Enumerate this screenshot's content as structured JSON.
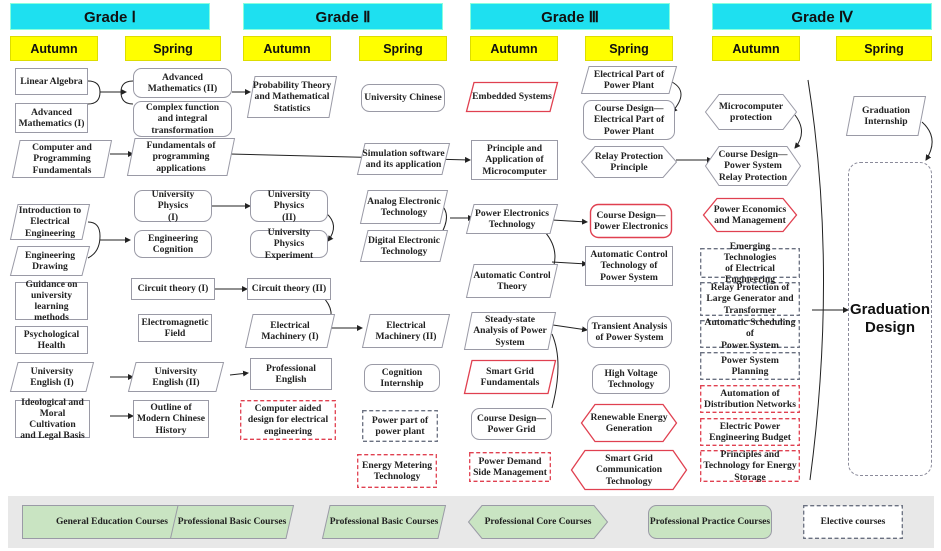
{
  "grades": [
    "Grade Ⅰ",
    "Grade Ⅱ",
    "Grade Ⅲ",
    "Grade Ⅳ"
  ],
  "semesters": {
    "autumn": "Autumn",
    "spring": "Spring"
  },
  "courses": {
    "linear_algebra": "Linear Algebra",
    "adv_math_1": "Advanced\nMathematics  (I)",
    "computer_programming": "Computer and\nProgramming\nFundamentals",
    "intro_ee": "Introduction to\nElectrical\nEngineering",
    "eng_drawing": "Engineering\nDrawing",
    "guidance": "Guidance on\nuniversity\nlearning methods",
    "psych_health": "Psychological\nHealth",
    "uni_english_1": "University\nEnglish (I)",
    "ideological": "Ideological and\nMoral Cultivation\nand Legal Basis",
    "adv_math_2": "Advanced\nMathematics  (II)",
    "complex_function": "Complex function\nand integral\ntransformation",
    "fund_programming": "Fundamentals of\nprogramming\napplications",
    "uni_physics_1": "University Physics\n(I)",
    "eng_cognition": "Engineering\nCognition",
    "circuit_1": "Circuit theory (I)",
    "electromagnetic": "Electromagnetic\nField",
    "uni_english_2": "University\nEnglish (II)",
    "modern_history": "Outline of\nModern Chinese\nHistory",
    "probability": "Probability Theory\nand Mathematical\nStatistics",
    "uni_physics_2": "University Physics\n(II)",
    "physics_experiment": "University Physics\nExperiment",
    "circuit_2": "Circuit theory (II)",
    "elec_machinery_1": "Electrical\nMachinery (I)",
    "prof_english": "Professional\nEnglish",
    "cad_ee": "Computer aided\ndesign for electrical\nengineering",
    "uni_chinese": "University Chinese",
    "simulation": "Simulation software\nand its application",
    "analog": "Analog Electronic\nTechnology",
    "digital": "Digital Electronic\nTechnology",
    "elec_machinery_2": "Electrical\nMachinery (II)",
    "cognition_internship": "Cognition\nInternship",
    "power_part": "Power part of\npower plant",
    "energy_metering": "Energy Metering\nTechnology",
    "embedded": "Embedded Systems",
    "microcomputer_principle": "Principle and\nApplication of\nMicrocomputer",
    "power_electronics": "Power Electronics\nTechnology",
    "auto_control_theory": "Automatic Control\nTheory",
    "steady_state": "Steady-state\nAnalysis of Power\nSystem",
    "smart_grid_fund": "Smart Grid\nFundamentals",
    "cd_power_grid": "Course Design—\nPower Grid",
    "demand_side": "Power Demand\nSide Management",
    "elec_part_plant": "Electrical Part of\nPower Plant",
    "cd_elec_part": "Course Design—\nElectrical Part of\nPower Plant",
    "relay_principle": "Relay Protection\nPrinciple",
    "cd_power_electronics": "Course Design—\nPower Electronics",
    "auto_control_tech": "Automatic Control\nTechnology of\nPower System",
    "transient": "Transient Analysis\nof Power System",
    "high_voltage": "High Voltage\nTechnology",
    "renewable": "Renewable Energy\nGeneration",
    "smart_grid_comm": "Smart Grid\nCommunication\nTechnology",
    "micro_protection": "Microcomputer\nprotection",
    "cd_relay": "Course Design—\nPower System\nRelay Protection",
    "power_economics": "Power Economics\nand Management",
    "emerging_tech": "Emerging Technologies\nof Electrical Engineering",
    "relay_large_gen": "Relay Protection of\nLarge Generator and\nTransformer",
    "auto_scheduling": "Automatic Scheduling of\nPower System",
    "ps_planning": "Power System Planning",
    "distribution_auto": "Automation of\nDistribution Networks",
    "budget": "Electric Power\nEngineering Budget",
    "energy_storage": "Principles and\nTechnology for Energy\nStorage",
    "grad_internship": "Graduation\nInternship",
    "grad_design": "Graduation\nDesign"
  },
  "legend": [
    "General Education Courses",
    "Professional Basic Courses",
    "Professional Basic Courses",
    "Professional Core Courses",
    "Professional Practice Courses",
    "Elective courses"
  ],
  "colors": {
    "grade_bar": "#1ee0f0",
    "semester_bar": "#ffff00",
    "elective_red": "#e04050",
    "elective_gray": "#6a7080",
    "legend_fill": "#c9e4c2",
    "legend_bar": "#e8e8e8"
  }
}
